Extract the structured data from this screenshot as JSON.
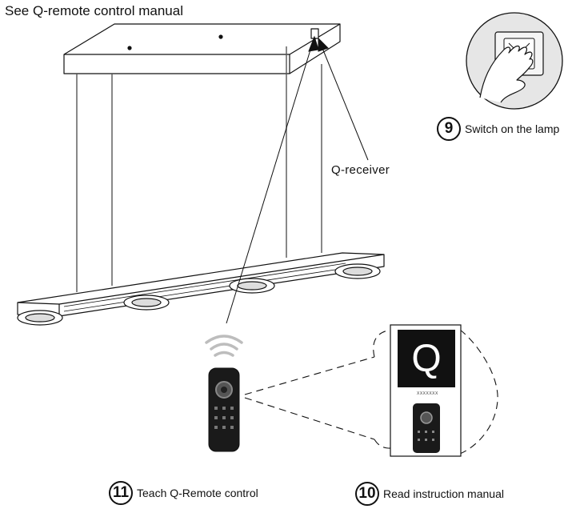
{
  "title": "See Q-remote control manual",
  "labels": {
    "receiver": "Q-receiver"
  },
  "manual": {
    "logo_letter": "Q",
    "brand_text": "XXXXXXX"
  },
  "steps": [
    {
      "number": "9",
      "text": "Switch on the lamp"
    },
    {
      "number": "10",
      "text": "Read instruction manual"
    },
    {
      "number": "11",
      "text": "Teach Q-Remote control"
    }
  ],
  "icons": [
    "wall-switch-icon",
    "hand-icon",
    "wifi-signal-icon",
    "remote-control-icon",
    "pendant-lamp-icon",
    "manual-booklet-icon"
  ],
  "colors": {
    "line": "#111111",
    "switch_bg": "#e6e6e6",
    "device_dark": "#1a1a1a"
  }
}
